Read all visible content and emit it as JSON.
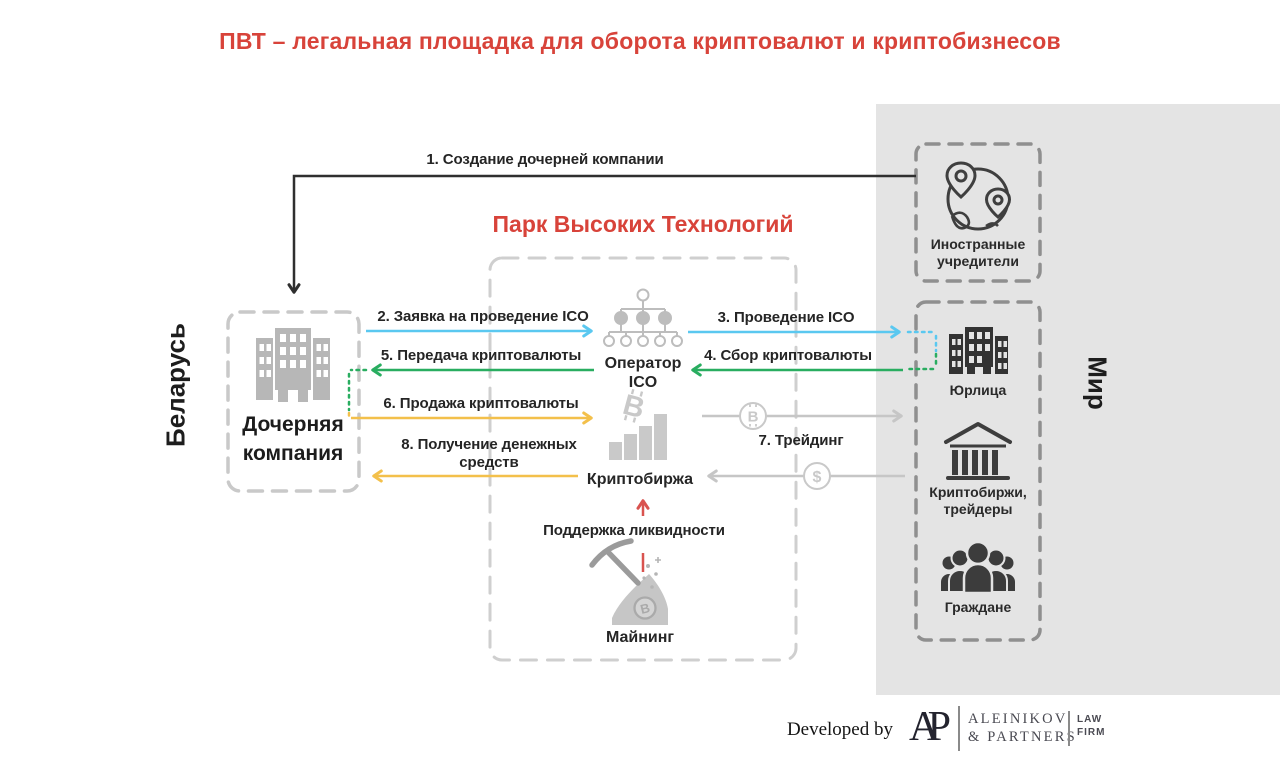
{
  "title": "ПВТ – легальная площадка для оборота криптовалют и криптобизнесов",
  "regions": {
    "belarus": "Беларусь",
    "world": "Мир"
  },
  "park": {
    "title": "Парк Высоких Технологий"
  },
  "nodes": {
    "subsidiary": {
      "label": "Дочерняя компания"
    },
    "ico_operator": {
      "label": "Оператор ICO"
    },
    "crypto_exchange": {
      "label": "Криптобиржа"
    },
    "mining": {
      "label": "Майнинг"
    },
    "foreign_founders": {
      "label": "Иностранные учредители"
    },
    "legal_entities": {
      "label": "Юрлица"
    },
    "crypto_exchanges_traders": {
      "label": "Криптобиржи, трейдеры"
    },
    "citizens": {
      "label": "Граждане"
    }
  },
  "flows": {
    "f1": {
      "label": "1. Создание дочерней компании",
      "color": "#2f2f2f"
    },
    "f2": {
      "label": "2. Заявка на проведение ICO",
      "color": "#5ac8f0"
    },
    "f3": {
      "label": "3. Проведение ICO",
      "color": "#5ac8f0"
    },
    "f4": {
      "label": "4. Сбор криптовалюты",
      "color": "#29ad60"
    },
    "f5": {
      "label": "5. Передача криптовалюты",
      "color": "#29ad60"
    },
    "f6": {
      "label": "6. Продажа криптовалюты",
      "color": "#f3c04b"
    },
    "f7": {
      "label": "7. Трейдинг",
      "color": "#c6c6c6"
    },
    "f8": {
      "label": "8. Получение денежных средств",
      "color": "#f3c04b"
    },
    "liquidity": {
      "label": "Поддержка ликвидности",
      "color": "#d9534f"
    }
  },
  "symbols": {
    "bitcoin": "B",
    "dollar": "$"
  },
  "footer": {
    "developed_by": "Developed by",
    "monogram": "AP",
    "firm_line1": "ALEINIKOV",
    "firm_line2": "& PARTNERS",
    "law_line1": "LAW",
    "law_line2": "FIRM"
  },
  "colors": {
    "accent_red": "#d8433a",
    "panel_gray": "#e4e4e4",
    "arrow_blue": "#5ac8f0",
    "arrow_green": "#29ad60",
    "arrow_yellow": "#f3c04b",
    "arrow_gray": "#c6c6c6",
    "arrow_black": "#2f2f2f",
    "arrow_red": "#d9534f"
  }
}
